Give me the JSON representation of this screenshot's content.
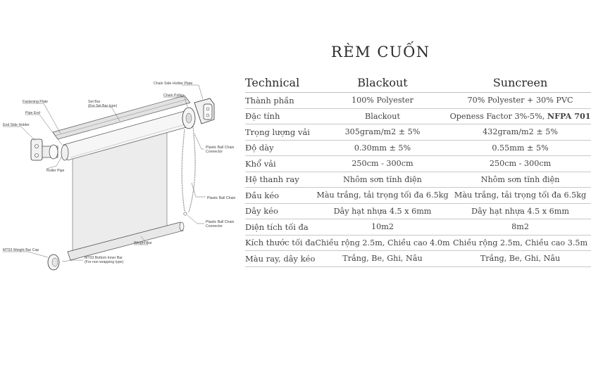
{
  "title": "RÈM CUỐN",
  "diagram": {
    "labels": {
      "chain_side_holder_plate": "Chain Side Holder Plate",
      "chain_pulley": "Chain Pulley",
      "set_bar": "Set Bar",
      "set_bar_type": "(For Set Bar type)",
      "fastening_plate": "Fastening Plate",
      "pipe_end": "Pipe End",
      "end_side_holder": "End Side Holder",
      "roller_pipe": "Roller Pipe",
      "plastic_ball_chain_connector_1": "Plastic Ball Chain",
      "connector_1": "Connector",
      "plastic_ball_chain": "Plastic  Ball Chain",
      "plastic_ball_chain_connector_2": "Plastic Ball Chain",
      "connector_2": "Connector",
      "weight_bar": "Weight Bar",
      "mt03_weight_bar_cap": "MT03 Weight Bar Cap",
      "mt03_bottom_inner_bar": "MT03 Bottom Inner Bar",
      "non_wrapping": "(For non wrapping type)"
    }
  },
  "table": {
    "headers": [
      "Technical",
      "Blackout",
      "Suncreen"
    ],
    "rows": [
      [
        "Thành phần",
        "100% Polyester",
        "70% Polyester + 30% PVC"
      ],
      [
        "Đặc tính",
        "Blackout",
        "Openess Factor 3%-5%,"
      ],
      [
        "Trọng lượng vải",
        "305gram/m2 ± 5%",
        "432gram/m2 ± 5%"
      ],
      [
        "Độ dày",
        "0.30mm ± 5%",
        "0.55mm ± 5%"
      ],
      [
        "Khổ vải",
        "250cm - 300cm",
        "250cm - 300cm"
      ],
      [
        "Hệ thanh ray",
        "Nhôm sơn tĩnh điện",
        "Nhôm sơn tĩnh điện"
      ],
      [
        "Đầu kéo",
        "Màu trắng, tải trọng tối đa 6.5kg",
        "Màu trắng, tải trọng tối đa 6.5kg"
      ],
      [
        "Dây kéo",
        "Dây hạt nhựa 4.5 x 6mm",
        "Dây hạt nhựa 4.5 x 6mm"
      ],
      [
        "Diện tích tối đa",
        "10m2",
        "8m2"
      ],
      [
        "Kích thước tối đa",
        "Chiều rộng 2.5m, Chiều cao 4.0m",
        "Chiều rộng 2.5m, Chiều cao 3.5m"
      ],
      [
        "Màu ray, dây kéo",
        "Trắng, Be, Ghi, Nâu",
        "Trắng, Be, Ghi, Nâu"
      ]
    ],
    "nfpa": "NFPA 701"
  }
}
